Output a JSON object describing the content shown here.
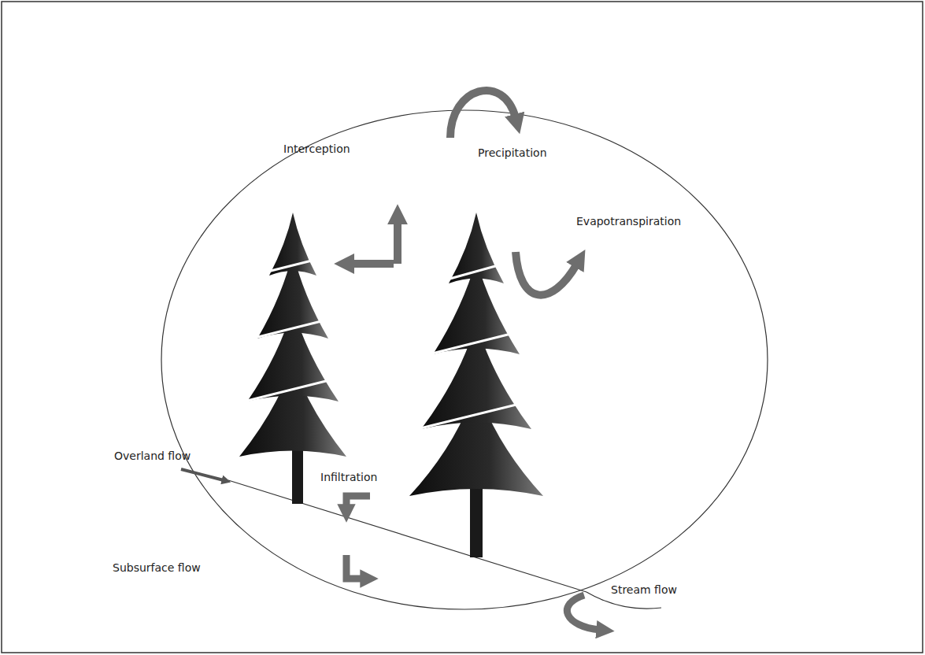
{
  "diagram": {
    "labels": [
      "Precipitation",
      "Interception",
      "Evapotranspiration",
      "Overland flow",
      "Infiltration",
      "Subsurface flow",
      "Stream flow"
    ]
  }
}
